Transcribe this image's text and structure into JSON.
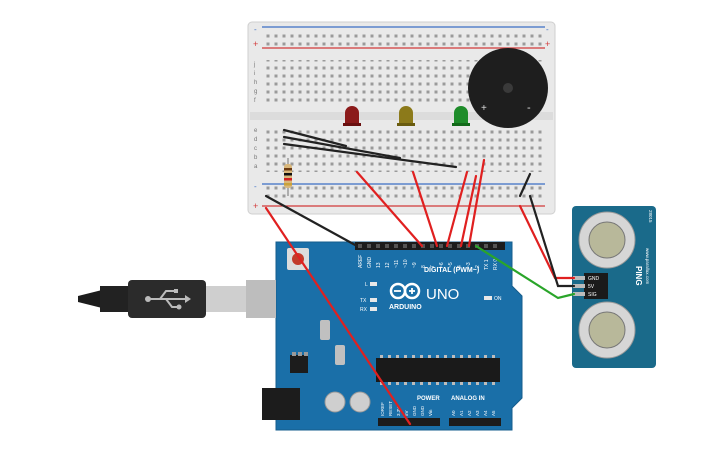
{
  "arduino": {
    "brand": "UNO",
    "logo_text": "ARDUINO",
    "digital_header": "DIGITAL (PWM~)",
    "power_header": "POWER",
    "analog_header": "ANALOG IN",
    "on_label": "ON",
    "l_label": "L",
    "tx_label": "TX",
    "rx_label": "RX",
    "digital_pins": [
      "AREF",
      "GND",
      "13",
      "12",
      "~11",
      "~10",
      "~9",
      "8",
      "7",
      "~6",
      "~5",
      "4",
      "~3",
      "2",
      "TX 1",
      "RX 0"
    ],
    "power_pins": [
      "IOREF",
      "RESET",
      "3.3V",
      "5V",
      "GND",
      "GND",
      "Vin"
    ],
    "analog_pins": [
      "A0",
      "A1",
      "A2",
      "A3",
      "A4",
      "A5"
    ]
  },
  "sensor": {
    "name": "PING",
    "pins": [
      "GND",
      "5V",
      "SIG"
    ],
    "side_text": "www.parallax.com",
    "part_no": "28015"
  },
  "breadboard": {
    "row_letters_top": [
      "j",
      "i",
      "h",
      "g",
      "f"
    ],
    "row_letters_bottom": [
      "e",
      "d",
      "c",
      "b",
      "a"
    ],
    "plus": "+",
    "minus": "-"
  },
  "buzzer": {
    "plus": "+",
    "minus": "-"
  },
  "leds": [
    {
      "color": "#8b1a1a"
    },
    {
      "color": "#8c7a1a"
    },
    {
      "color": "#1e8c2a"
    }
  ],
  "colors": {
    "board_blue": "#1a6fa8",
    "wire_red": "#e02020",
    "wire_black": "#222222",
    "wire_green": "#2aa52a"
  }
}
